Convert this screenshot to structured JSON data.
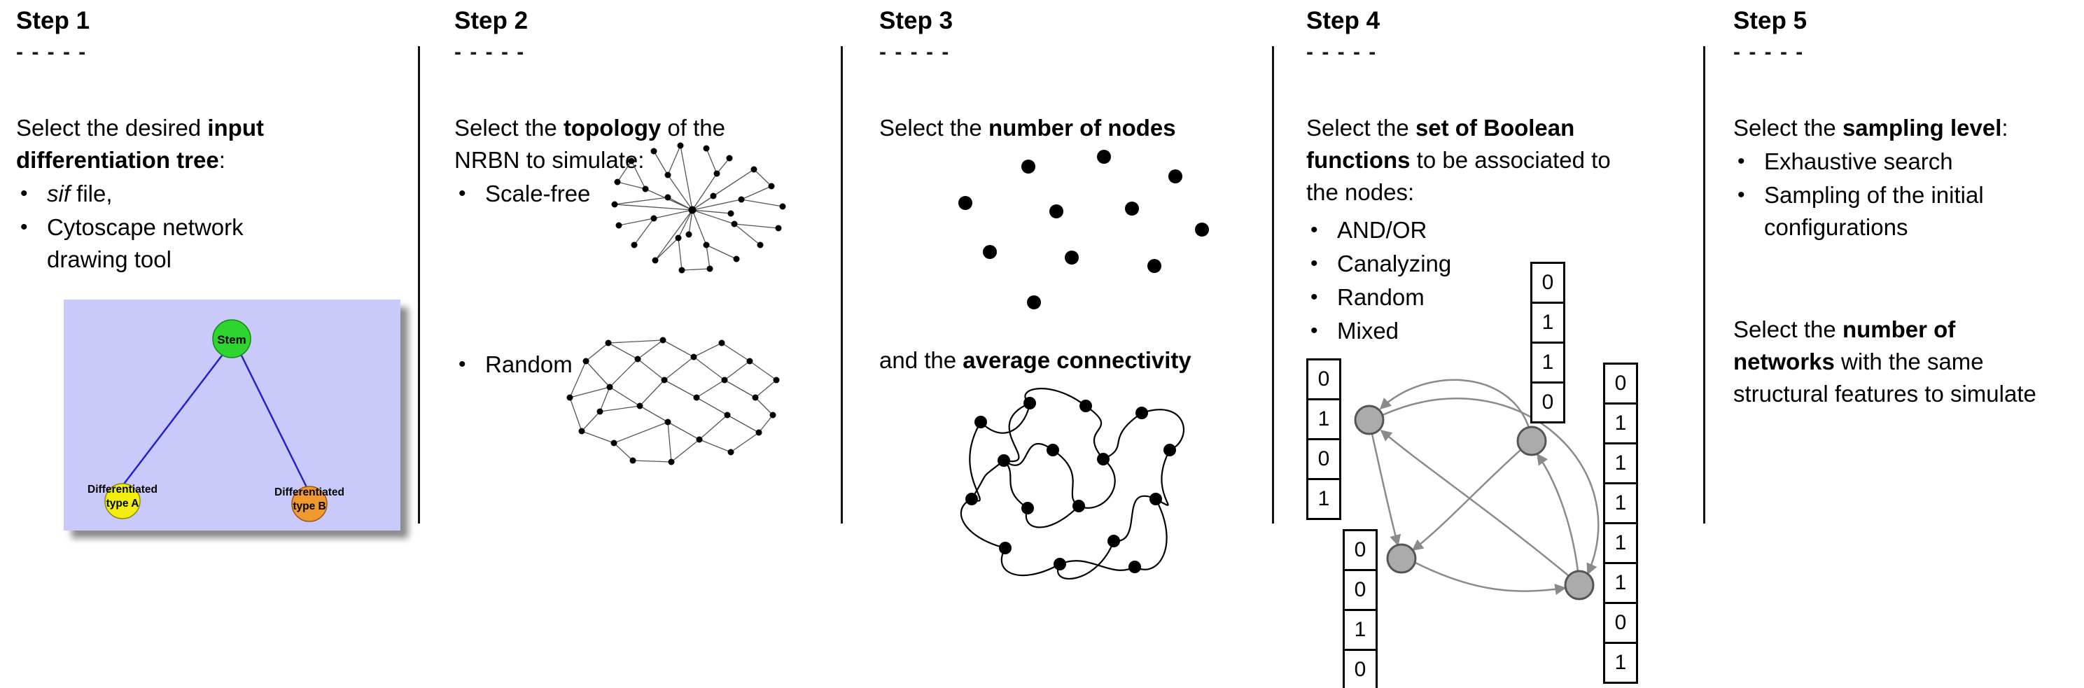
{
  "bullet_char": "•",
  "figure": {
    "background": "#ffffff",
    "divider_color": "#111111"
  },
  "steps": [
    {
      "title": "Step 1",
      "dashes": "- - - - -",
      "intro_runs": [
        {
          "t": "Select the desired "
        },
        {
          "t": "input",
          "b": true
        },
        {
          "t": "\n"
        },
        {
          "t": "differentiation tree",
          "b": true
        },
        {
          "t": ":"
        }
      ],
      "bullets": [
        {
          "runs": [
            {
              "t": "sif",
              "i": true
            },
            {
              "t": " file,"
            }
          ]
        },
        {
          "runs": [
            {
              "t": "Cytoscape network\ndrawing tool"
            }
          ]
        }
      ],
      "tree": {
        "background": "#c9c9fb",
        "edge_color": "#2222cc",
        "stem": {
          "label": "Stem",
          "color": "#2ed52e"
        },
        "type_a": {
          "label1": "Differentiated",
          "label2": "type A",
          "color": "#f2ef0e"
        },
        "type_b": {
          "label1": "Differentiated",
          "label2": "type B",
          "color": "#f0992e"
        }
      }
    },
    {
      "title": "Step 2",
      "dashes": "- - - - -",
      "intro_runs": [
        {
          "t": "Select the "
        },
        {
          "t": "topology",
          "b": true
        },
        {
          "t": " of the\nNRBN to simulate:"
        }
      ],
      "bullets": [
        {
          "runs": [
            {
              "t": "Scale-free"
            }
          ]
        },
        {
          "runs": [
            {
              "t": "Random"
            }
          ]
        }
      ]
    },
    {
      "title": "Step 3",
      "dashes": "- - - - -",
      "intro_runs": [
        {
          "t": "Select the "
        },
        {
          "t": "number of nodes",
          "b": true
        }
      ],
      "second_runs": [
        {
          "t": "and the "
        },
        {
          "t": "average connectivity",
          "b": true
        }
      ]
    },
    {
      "title": "Step 4",
      "dashes": "- - - - -",
      "intro_runs": [
        {
          "t": "Select the "
        },
        {
          "t": "set of Boolean",
          "b": true
        },
        {
          "t": "\n"
        },
        {
          "t": "functions",
          "b": true
        },
        {
          "t": " to be associated to\nthe nodes:"
        }
      ],
      "bullets": [
        {
          "runs": [
            {
              "t": "AND/OR"
            }
          ]
        },
        {
          "runs": [
            {
              "t": "Canalyzing"
            }
          ]
        },
        {
          "runs": [
            {
              "t": "Random"
            }
          ]
        },
        {
          "runs": [
            {
              "t": "Mixed"
            }
          ]
        }
      ],
      "truth_tables": {
        "left": [
          "0",
          "1",
          "0",
          "1"
        ],
        "bottom_left": [
          "0",
          "0",
          "1",
          "0"
        ],
        "top_right": [
          "0",
          "1",
          "1",
          "0"
        ],
        "right": [
          "0",
          "1",
          "1",
          "1",
          "1",
          "1",
          "0",
          "1"
        ]
      },
      "node_color": "#ababab"
    },
    {
      "title": "Step 5",
      "dashes": "- - - - -",
      "intro_runs": [
        {
          "t": "Select the "
        },
        {
          "t": "sampling level",
          "b": true
        },
        {
          "t": ":"
        }
      ],
      "bullets": [
        {
          "runs": [
            {
              "t": "Exhaustive search"
            }
          ]
        },
        {
          "runs": [
            {
              "t": "Sampling of the initial\nconfigurations"
            }
          ]
        }
      ],
      "second_runs": [
        {
          "t": "Select the "
        },
        {
          "t": "number of",
          "b": true
        },
        {
          "t": "\n"
        },
        {
          "t": "networks",
          "b": true
        },
        {
          "t": " with the same\nstructural features to simulate"
        }
      ]
    }
  ]
}
